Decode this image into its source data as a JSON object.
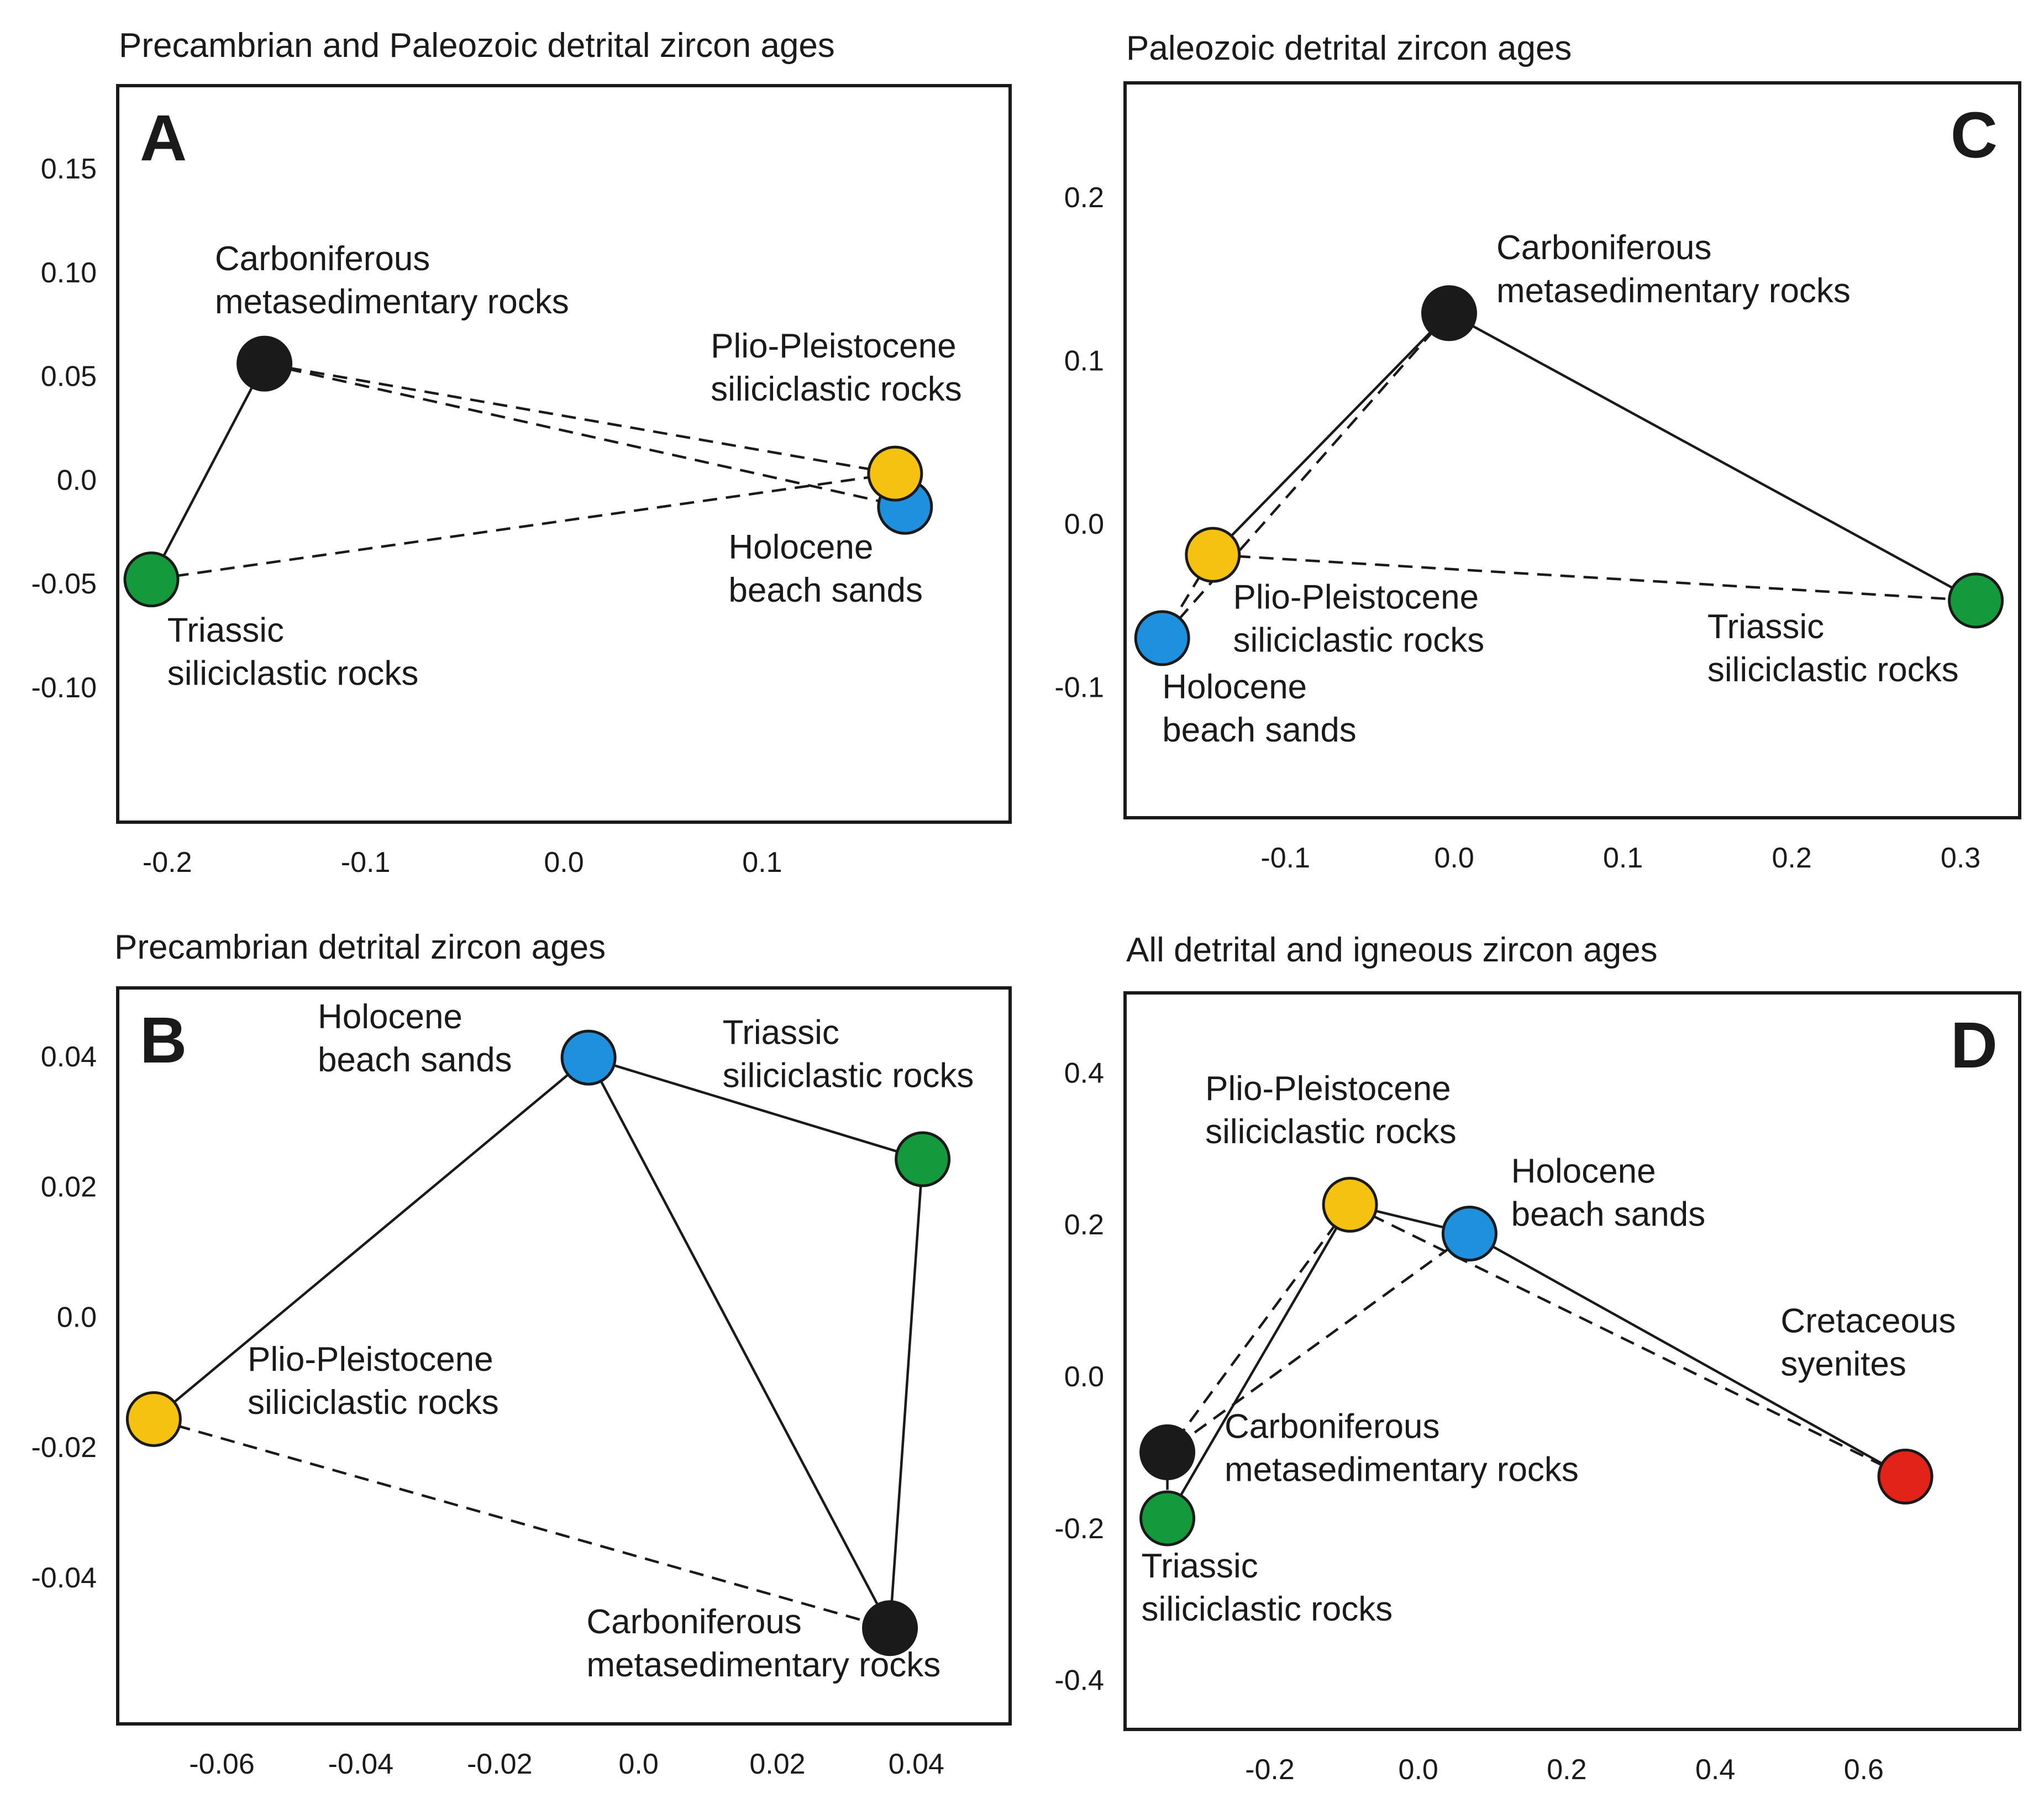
{
  "colors": {
    "Carboniferous": "#1a1a1a",
    "Plio-Pleistocene": "#f5c211",
    "Holocene": "#1e90dd",
    "Triassic": "#149a3c",
    "Cretaceous": "#e2231a"
  },
  "chart_data": [
    {
      "id": "A",
      "type": "scatter",
      "panel_letter": "A",
      "title": "Precambrian and Paleozoic detrital zircon ages",
      "xlabel": "",
      "ylabel": "",
      "xlim": [
        -0.225,
        0.225
      ],
      "ylim": [
        -0.165,
        0.19
      ],
      "xticks": [
        -0.2,
        -0.1,
        0.0,
        0.1
      ],
      "xtick_labels": [
        "-0.2",
        "-0.1",
        "0.0",
        "0.1"
      ],
      "yticks": [
        0.15,
        0.1,
        0.05,
        0.0,
        -0.05,
        -0.1
      ],
      "ytick_labels": [
        "0.15",
        "0.10",
        "0.05",
        "0.0",
        "-0.05",
        "-0.10"
      ],
      "letter_position": "top-left",
      "points": [
        {
          "group": "Carboniferous",
          "label": [
            "Carboniferous",
            "metasedimentary rocks"
          ],
          "x": -0.151,
          "y": 0.056,
          "label_dx": -0.025,
          "label_dy": 0.045
        },
        {
          "group": "Triassic",
          "label": [
            "Triassic",
            "siliciclastic rocks"
          ],
          "x": -0.208,
          "y": -0.048,
          "label_dx": 0.008,
          "label_dy": -0.03
        },
        {
          "group": "Holocene",
          "label": [
            "Holocene",
            "beach sands"
          ],
          "x": 0.172,
          "y": -0.013,
          "label_dx": -0.089,
          "label_dy": -0.025
        },
        {
          "group": "Plio-Pleistocene",
          "label": [
            "Plio-Pleistocene",
            "siliciclastic rocks"
          ],
          "x": 0.167,
          "y": 0.003,
          "label_dx": -0.093,
          "label_dy": 0.056
        }
      ],
      "links": [
        {
          "from": "Carboniferous",
          "to": "Triassic",
          "style": "solid"
        },
        {
          "from": "Carboniferous",
          "to": "Plio-Pleistocene",
          "style": "dashed"
        },
        {
          "from": "Carboniferous",
          "to": "Holocene",
          "style": "dashed"
        },
        {
          "from": "Triassic",
          "to": "Plio-Pleistocene",
          "style": "dashed"
        }
      ]
    },
    {
      "id": "C",
      "type": "scatter",
      "panel_letter": "C",
      "title": "Paleozoic detrital zircon ages",
      "xlabel": "",
      "ylabel": "",
      "xlim": [
        -0.195,
        0.335
      ],
      "ylim": [
        -0.18,
        0.27
      ],
      "xticks": [
        -0.1,
        0.0,
        0.1,
        0.2,
        0.3
      ],
      "xtick_labels": [
        "-0.1",
        "0.0",
        "0.1",
        "0.2",
        "0.3"
      ],
      "yticks": [
        0.2,
        0.1,
        0.0,
        -0.1
      ],
      "ytick_labels": [
        "0.2",
        "0.1",
        "0.0",
        "-0.1"
      ],
      "letter_position": "top-right",
      "points": [
        {
          "group": "Carboniferous",
          "label": [
            "Carboniferous",
            "metasedimentary rocks"
          ],
          "x": -0.003,
          "y": 0.129,
          "label_dx": 0.028,
          "label_dy": 0.033
        },
        {
          "group": "Plio-Pleistocene",
          "label": [
            "Plio-Pleistocene",
            "siliciclastic rocks"
          ],
          "x": -0.143,
          "y": -0.019,
          "label_dx": 0.012,
          "label_dy": -0.033
        },
        {
          "group": "Holocene",
          "label": [
            "Holocene",
            "beach sands"
          ],
          "x": -0.173,
          "y": -0.07,
          "label_dx": 0.0,
          "label_dy": -0.037
        },
        {
          "group": "Triassic",
          "label": [
            "Triassic",
            "siliciclastic rocks"
          ],
          "x": 0.309,
          "y": -0.047,
          "label_dx": -0.159,
          "label_dy": -0.023
        }
      ],
      "links": [
        {
          "from": "Carboniferous",
          "to": "Plio-Pleistocene",
          "style": "solid"
        },
        {
          "from": "Carboniferous",
          "to": "Triassic",
          "style": "solid"
        },
        {
          "from": "Carboniferous",
          "to": "Holocene",
          "style": "dashed"
        },
        {
          "from": "Plio-Pleistocene",
          "to": "Holocene",
          "style": "dashed"
        },
        {
          "from": "Plio-Pleistocene",
          "to": "Triassic",
          "style": "dashed"
        }
      ]
    },
    {
      "id": "B",
      "type": "scatter",
      "panel_letter": "B",
      "title": "Precambrian detrital zircon ages",
      "xlabel": "",
      "ylabel": "",
      "xlim": [
        -0.075,
        0.0535
      ],
      "ylim": [
        -0.0625,
        0.0505
      ],
      "xticks": [
        -0.06,
        -0.04,
        -0.02,
        0.0,
        0.02,
        0.04
      ],
      "xtick_labels": [
        "-0.06",
        "-0.04",
        "-0.02",
        "0.0",
        "0.02",
        "0.04"
      ],
      "yticks": [
        0.04,
        0.02,
        0.0,
        -0.02,
        -0.04
      ],
      "ytick_labels": [
        "0.04",
        "0.02",
        "0.0",
        "-0.02",
        "-0.04"
      ],
      "letter_position": "top-left",
      "points": [
        {
          "group": "Holocene",
          "label": [
            "Holocene",
            "beach sands"
          ],
          "x": -0.0072,
          "y": 0.0398,
          "label_dx": -0.039,
          "label_dy": 0.0045
        },
        {
          "group": "Triassic",
          "label": [
            "Triassic",
            "siliciclastic rocks"
          ],
          "x": 0.0409,
          "y": 0.0242,
          "label_dx": -0.0288,
          "label_dy": 0.0177
        },
        {
          "group": "Plio-Pleistocene",
          "label": [
            "Plio-Pleistocene",
            "siliciclastic rocks"
          ],
          "x": -0.0698,
          "y": -0.0157,
          "label_dx": 0.0135,
          "label_dy": 0.0074
        },
        {
          "group": "Carboniferous",
          "label": [
            "Carboniferous",
            "metasedimentary rocks"
          ],
          "x": 0.0362,
          "y": -0.0478,
          "label_dx": -0.0437,
          "label_dy": -0.0008
        }
      ],
      "links": [
        {
          "from": "Holocene",
          "to": "Plio-Pleistocene",
          "style": "solid"
        },
        {
          "from": "Holocene",
          "to": "Triassic",
          "style": "solid"
        },
        {
          "from": "Holocene",
          "to": "Carboniferous",
          "style": "solid"
        },
        {
          "from": "Triassic",
          "to": "Carboniferous",
          "style": "solid"
        },
        {
          "from": "Plio-Pleistocene",
          "to": "Carboniferous",
          "style": "dashed"
        }
      ]
    },
    {
      "id": "D",
      "type": "scatter",
      "panel_letter": "D",
      "title": "All detrital and igneous zircon ages",
      "xlabel": "",
      "ylabel": "",
      "xlim": [
        -0.395,
        0.81
      ],
      "ylim": [
        -0.465,
        0.505
      ],
      "xticks": [
        -0.2,
        0.0,
        0.2,
        0.4,
        0.6
      ],
      "xtick_labels": [
        "-0.2",
        "0.0",
        "0.2",
        "0.4",
        "0.6"
      ],
      "yticks": [
        0.4,
        0.2,
        0.0,
        -0.2,
        -0.4
      ],
      "ytick_labels": [
        "0.4",
        "0.2",
        "0.0",
        "-0.2",
        "-0.4"
      ],
      "letter_position": "top-right",
      "points": [
        {
          "group": "Plio-Pleistocene",
          "label": [
            "Plio-Pleistocene",
            "siliciclastic rocks"
          ],
          "x": -0.092,
          "y": 0.226,
          "label_dx": -0.195,
          "label_dy": 0.138
        },
        {
          "group": "Holocene",
          "label": [
            "Holocene",
            "beach sands"
          ],
          "x": 0.069,
          "y": 0.188,
          "label_dx": 0.056,
          "label_dy": 0.067
        },
        {
          "group": "Cretaceous",
          "label": [
            "Cretaceous",
            "syenites"
          ],
          "x": 0.656,
          "y": -0.132,
          "label_dx": -0.168,
          "label_dy": 0.19
        },
        {
          "group": "Carboniferous",
          "label": [
            "Carboniferous",
            "metasedimentary rocks"
          ],
          "x": -0.338,
          "y": -0.1,
          "label_dx": 0.077,
          "label_dy": 0.019
        },
        {
          "group": "Triassic",
          "label": [
            "Triassic",
            "siliciclastic rocks"
          ],
          "x": -0.338,
          "y": -0.187,
          "label_dx": -0.035,
          "label_dy": -0.078
        }
      ],
      "links": [
        {
          "from": "Plio-Pleistocene",
          "to": "Holocene",
          "style": "solid"
        },
        {
          "from": "Holocene",
          "to": "Cretaceous",
          "style": "solid"
        },
        {
          "from": "Plio-Pleistocene",
          "to": "Triassic",
          "style": "solid"
        },
        {
          "from": "Plio-Pleistocene",
          "to": "Carboniferous",
          "style": "dashed"
        },
        {
          "from": "Plio-Pleistocene",
          "to": "Cretaceous",
          "style": "dashed"
        },
        {
          "from": "Holocene",
          "to": "Carboniferous",
          "style": "dashed"
        },
        {
          "from": "Carboniferous",
          "to": "Triassic",
          "style": "dashed"
        }
      ]
    }
  ]
}
